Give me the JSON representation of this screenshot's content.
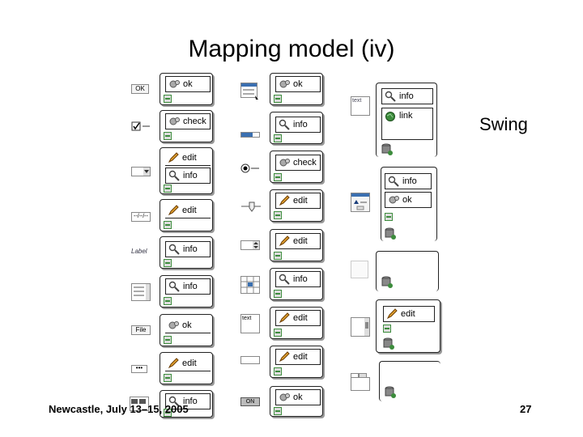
{
  "slide": {
    "title": "Mapping model (iv)",
    "platform_label": "Swing",
    "footer_left": "Newcastle, July 13–15, 2005",
    "page_number": "27"
  },
  "widget_icons": {
    "button_text": "OK",
    "text_field_text": "text",
    "formatted_field_text": "--/--/--",
    "label_text": "Label",
    "file_text": "File",
    "password_text": "•••",
    "toggle_text": "ON",
    "textarea_text": "text"
  },
  "labels": {
    "ok": "ok",
    "check": "check",
    "edit": "edit",
    "info": "info",
    "link": "link"
  },
  "colors": {
    "accent": "#3a6fb0",
    "icon_green": "#3c8c3c",
    "grey": "#888888"
  }
}
